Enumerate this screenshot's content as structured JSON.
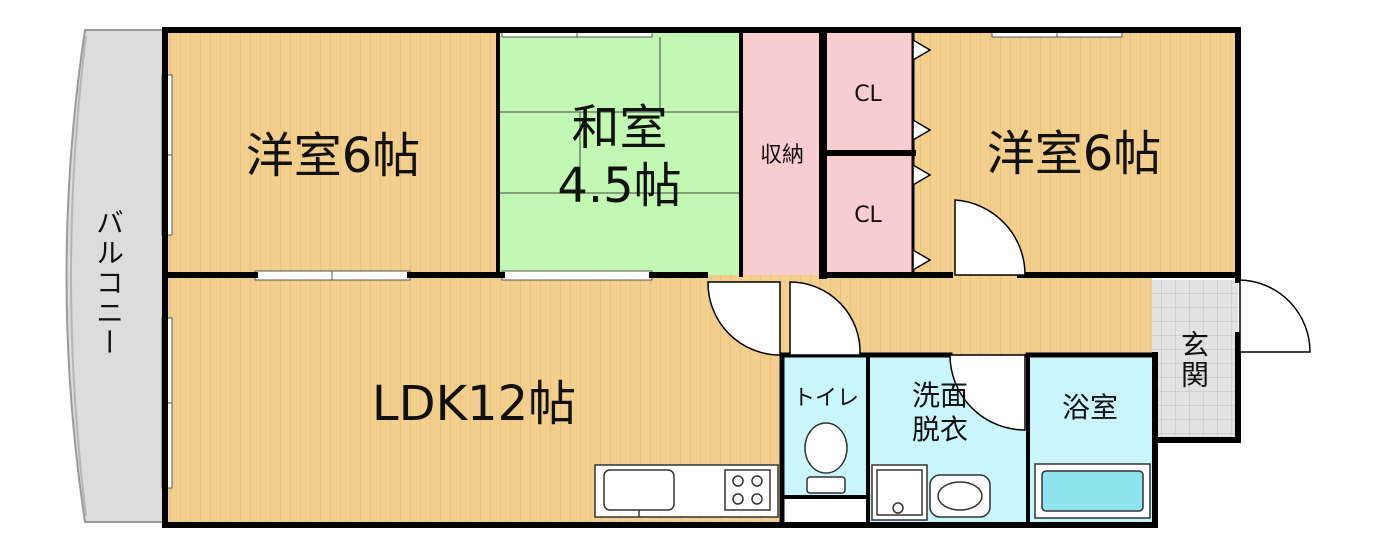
{
  "rooms": {
    "western_room_left": "洋室6帖",
    "japanese_room_line1": "和室",
    "japanese_room_line2": "4.5帖",
    "storage": "収納",
    "closet_upper": "CL",
    "closet_lower": "CL",
    "western_room_right": "洋室6帖",
    "ldk": "LDK12帖",
    "toilet": "トイレ",
    "washroom_line1": "洗面",
    "washroom_line2": "脱衣",
    "bathroom": "浴室",
    "entrance": "玄関",
    "balcony": "バルコニー"
  },
  "colors": {
    "wood_floor": "#f2cf8c",
    "wood_line": "#ddb470",
    "tatami": "#c3f7b4",
    "storage": "#f8cdd0",
    "wet_area": "#c9f5fb",
    "entrance_tile": "#e2e2e2",
    "balcony": "#dcdcdc",
    "wall": "#000000"
  }
}
